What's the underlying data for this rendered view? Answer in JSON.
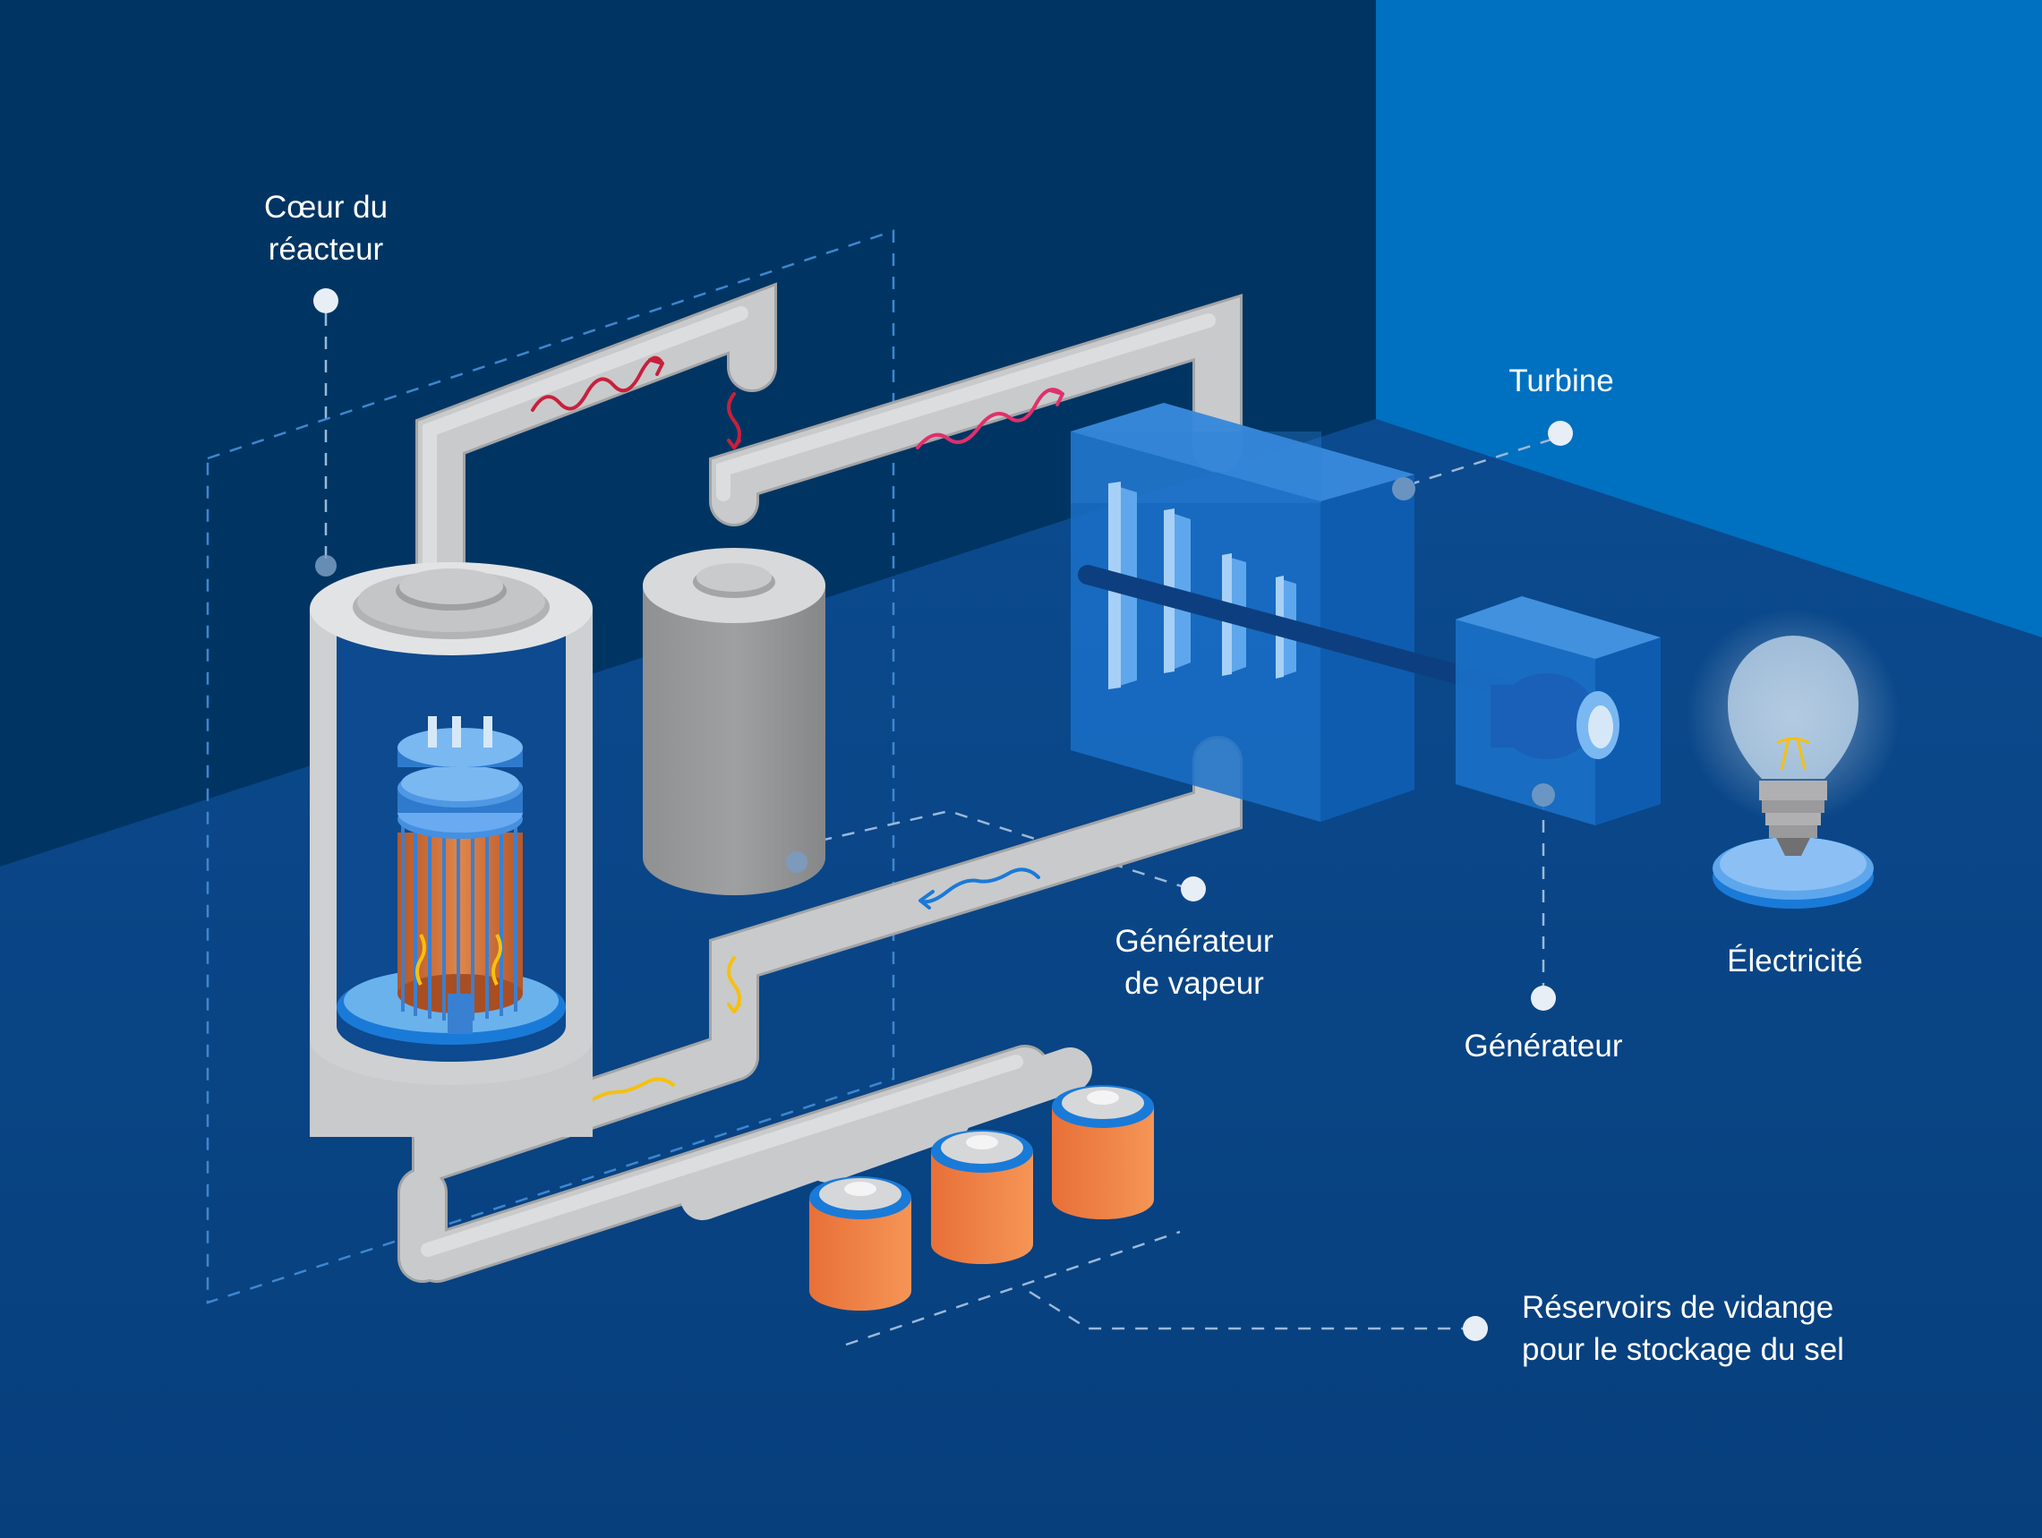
{
  "labels": {
    "reactor_core": [
      "Cœur du",
      "réacteur"
    ],
    "turbine": "Turbine",
    "steam_generator": [
      "Générateur",
      "de vapeur"
    ],
    "electricity": "Électricité",
    "generator": "Générateur",
    "drain_tanks": [
      "Réservoirs de vidange",
      "pour le stockage du sel"
    ]
  },
  "colors": {
    "background_dark": "#003563",
    "background_wall": "#0070c0",
    "background_floor": "#0a4a8e",
    "pipe": "#c9cacc",
    "molten_salt": "#f08040",
    "hot_flow": "#c8203c",
    "cool_flow": "#1a7ad8",
    "salt_flow": "#f5c010"
  },
  "icons": {
    "bulb": "light-bulb-icon"
  }
}
